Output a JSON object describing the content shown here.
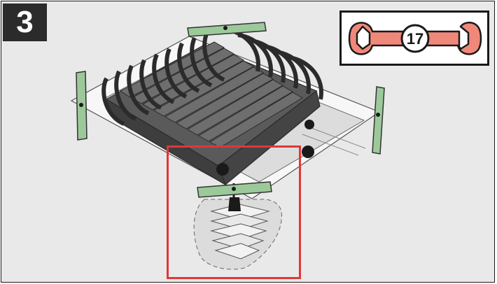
{
  "step": {
    "number": "3"
  },
  "tool": {
    "name": "open-end wrench",
    "size": "17",
    "color": "#f0887a"
  },
  "colors": {
    "bracket": "#9cc99a",
    "highlight": "#e0373a",
    "panel": "#e9e9e9",
    "stair": "#4a4a4a"
  },
  "icons": [
    "wrench-icon",
    "attic-ladder-illustration",
    "mounting-bracket-icon"
  ]
}
